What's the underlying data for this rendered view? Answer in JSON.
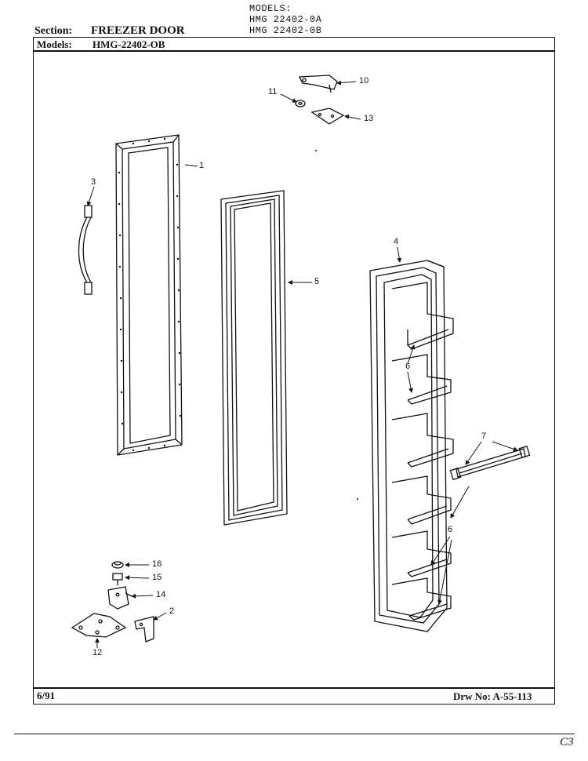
{
  "header": {
    "models_heading": "MODELS:",
    "model_a": "HMG 22402-0A",
    "model_b": "HMG 22402-0B",
    "section_label": "Section:",
    "section_value": "FREEZER DOOR",
    "models_label": "Models:",
    "models_value": "HMG-22402-OB"
  },
  "footer": {
    "date": "6/91",
    "drawing_number": "Drw No: A-55-113",
    "page_mark": "C3"
  },
  "callouts": {
    "c1": "1",
    "c2": "2",
    "c3": "3",
    "c4": "4",
    "c5": "5",
    "c6a": "6",
    "c6b": "6",
    "c7": "7",
    "c10": "10",
    "c11": "11",
    "c12": "12",
    "c13": "13",
    "c14": "14",
    "c15": "15",
    "c16": "16"
  }
}
